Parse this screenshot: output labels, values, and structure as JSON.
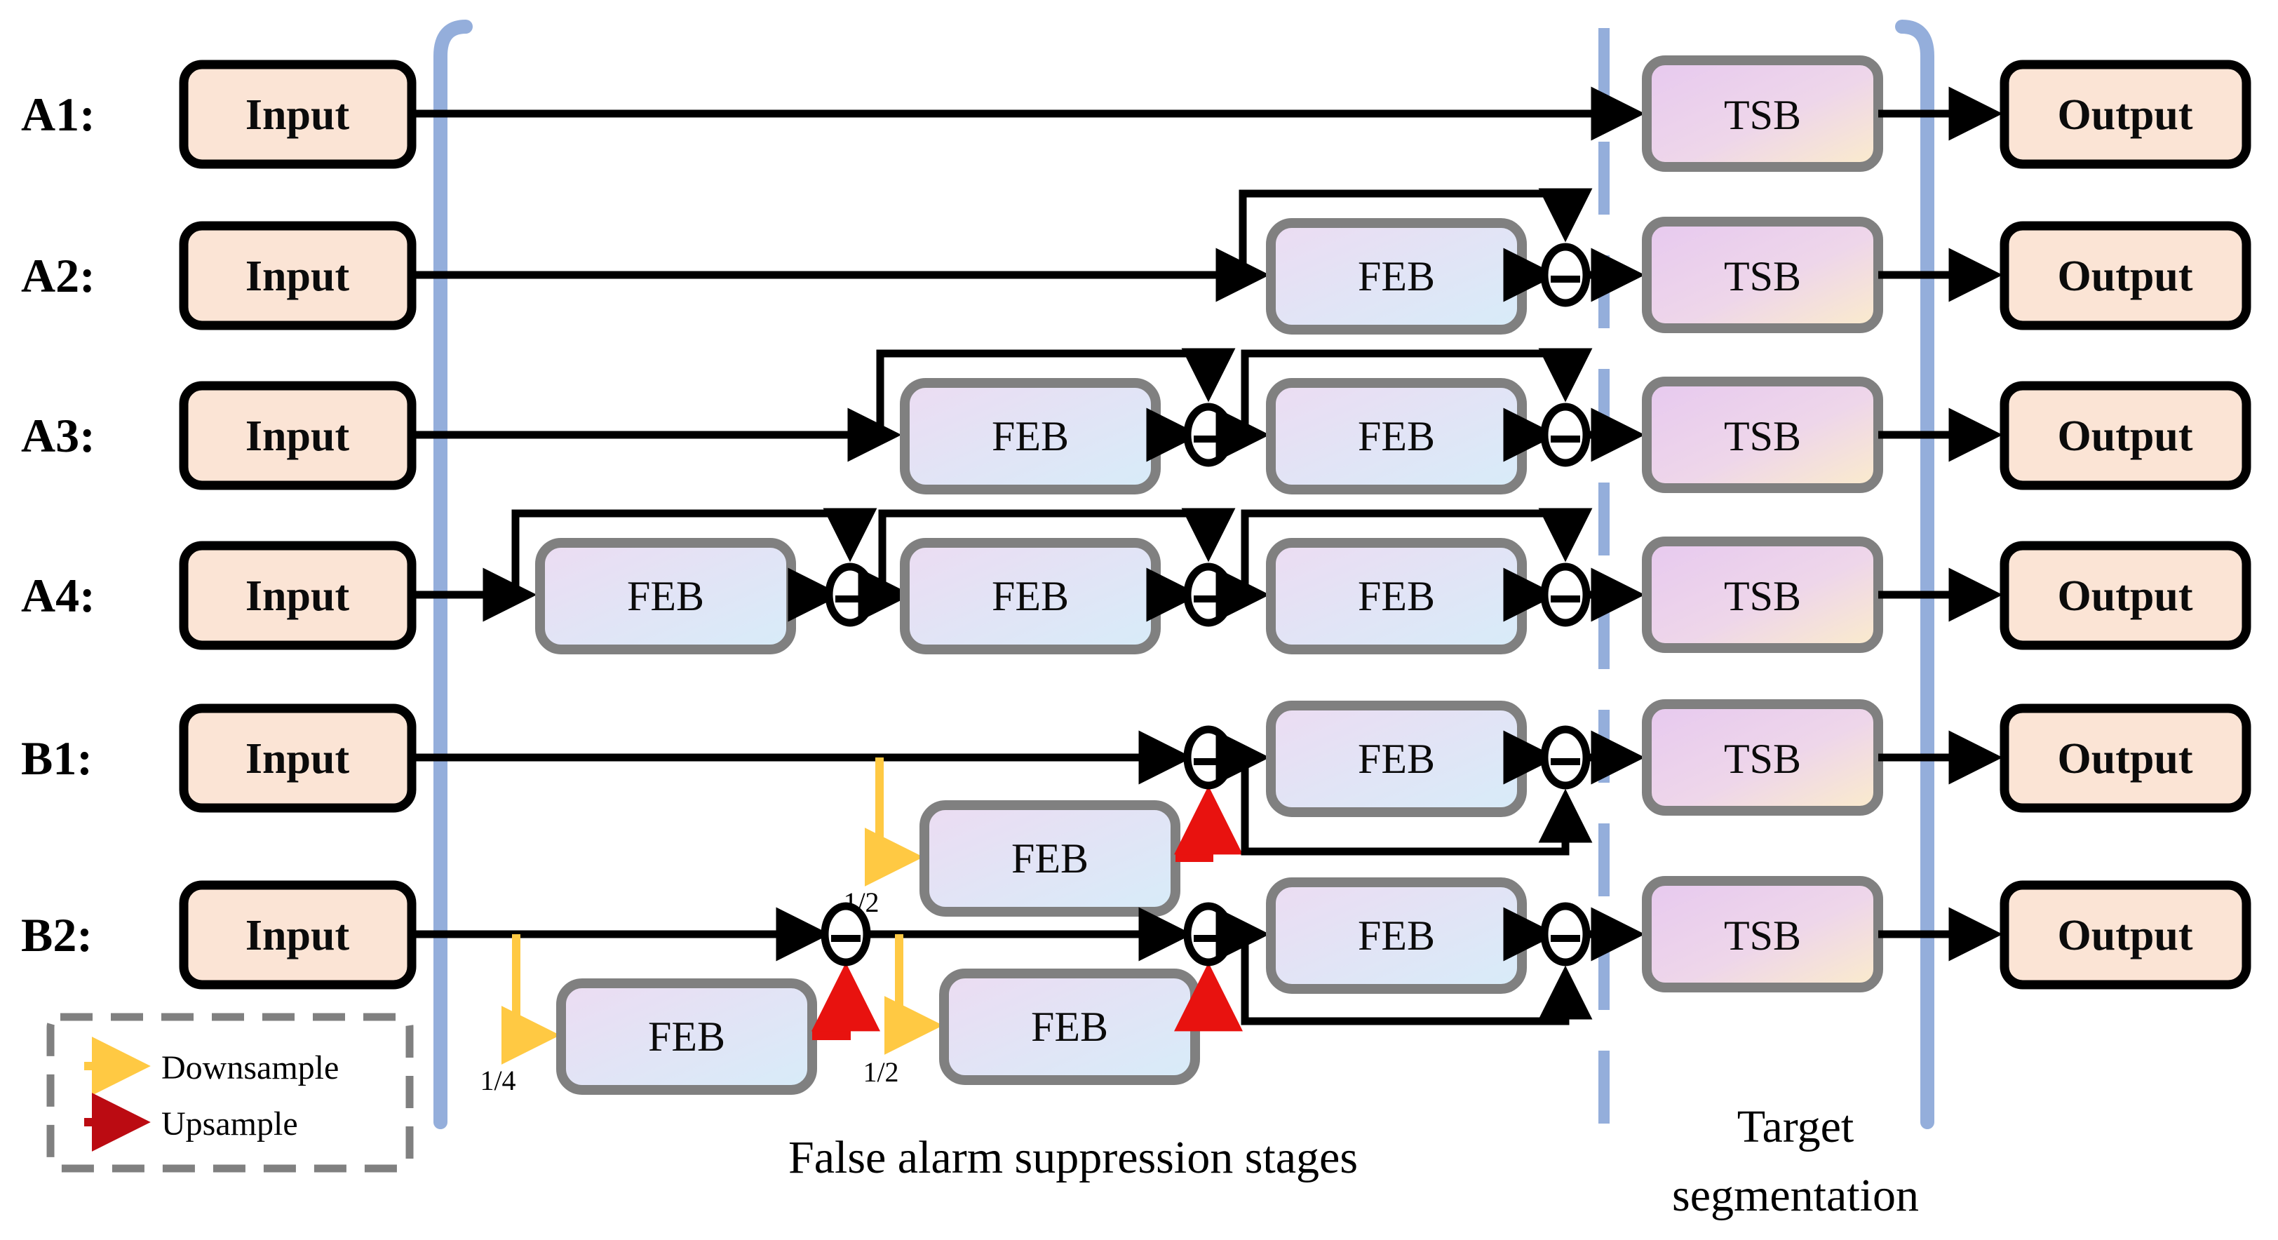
{
  "diagram": {
    "title_hidden": "",
    "captions": {
      "stages": "False alarm suppression stages",
      "target_line1": "Target",
      "target_line2": "segmentation"
    },
    "legend": {
      "downsample_label": "Downsample",
      "upsample_label": "Upsample",
      "downsample_color": "#ffc943",
      "upsample_color": "#bb0b12",
      "border_color": "#808080"
    },
    "colors": {
      "io_fill": "#fbe4d5",
      "io_border": "#000000",
      "feb_fill_start": "#ecdcf2",
      "feb_fill_end": "#d9ecf7",
      "feb_border": "#808080",
      "tsb_fill_start": "#e7c9ef",
      "tsb_fill_end": "#fbeccb",
      "tsb_border": "#808080",
      "bracket_blue": "#94aedb",
      "wire": "#000000"
    },
    "block_labels": {
      "input": "Input",
      "output": "Output",
      "feb": "FEB",
      "tsb": "TSB",
      "minus": "−"
    },
    "scale_labels": {
      "half": "1/2",
      "quarter": "1/4"
    },
    "rows": [
      {
        "id": "A1",
        "label": "A1:",
        "feb_count": 0,
        "downsample_branches": []
      },
      {
        "id": "A2",
        "label": "A2:",
        "feb_count": 1,
        "downsample_branches": []
      },
      {
        "id": "A3",
        "label": "A3:",
        "feb_count": 2,
        "downsample_branches": []
      },
      {
        "id": "A4",
        "label": "A4:",
        "feb_count": 3,
        "downsample_branches": []
      },
      {
        "id": "B1",
        "label": "B1:",
        "feb_count": 1,
        "downsample_branches": [
          "1/2"
        ]
      },
      {
        "id": "B2",
        "label": "B2:",
        "feb_count": 1,
        "downsample_branches": [
          "1/4",
          "1/2"
        ]
      }
    ]
  }
}
